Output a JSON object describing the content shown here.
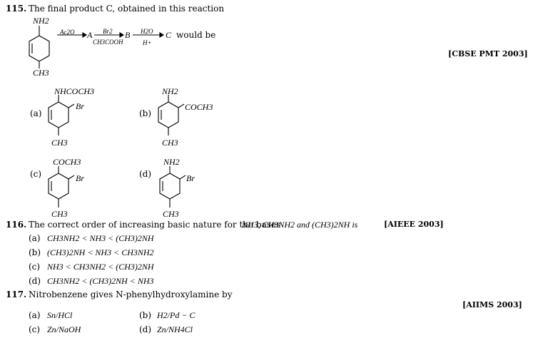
{
  "q115": {
    "number": "115.",
    "question": "The final product C, obtained in this reaction",
    "reactant_top": "NH2",
    "reactant_bottom": "CH3",
    "step1_reagent": "Ac2O",
    "A": "A",
    "step2_reagent_top": "Br2",
    "step2_reagent_bottom": "CH3COOH",
    "B": "B",
    "step3_reagent_top": "H2O",
    "step3_reagent_bottom": "H+",
    "C": "C",
    "would_be": "would be",
    "source": "[CBSE PMT 2003]",
    "options": {
      "a": {
        "label": "(a)",
        "top": "NHCOCH3",
        "side": "Br",
        "bottom": "CH3"
      },
      "b": {
        "label": "(b)",
        "top": "NH2",
        "side": "COCH3",
        "bottom": "CH3"
      },
      "c": {
        "label": "(c)",
        "top": "COCH3",
        "side": "Br",
        "bottom": "CH3"
      },
      "d": {
        "label": "(d)",
        "top": "NH2",
        "side": "Br",
        "bottom": "CH3"
      }
    }
  },
  "q116": {
    "number": "116.",
    "question": "The correct order of increasing basic nature for the bases",
    "bases": "NH3, CH3NH2 and (CH3)2NH is",
    "source": "[AIEEE 2003]",
    "options": [
      {
        "label": "(a)",
        "text": "CH3NH2 < NH3 < (CH3)2NH"
      },
      {
        "label": "(b)",
        "text": "(CH3)2NH < NH3 < CH3NH2"
      },
      {
        "label": "(c)",
        "text": "NH3 < CH3NH2 < (CH3)2NH"
      },
      {
        "label": "(d)",
        "text": "CH3NH2 < (CH3)2NH < NH3"
      }
    ]
  },
  "q117": {
    "number": "117.",
    "question": "Nitrobenzene gives N-phenylhydroxylamine by",
    "source": "[AIIMS 2003]",
    "options": [
      {
        "label": "(a)",
        "text": "Sn/HCl"
      },
      {
        "label": "(b)",
        "text": "H2/Pd − C"
      },
      {
        "label": "(c)",
        "text": "Zn/NaOH"
      },
      {
        "label": "(d)",
        "text": "Zn/NH4Cl"
      }
    ]
  }
}
